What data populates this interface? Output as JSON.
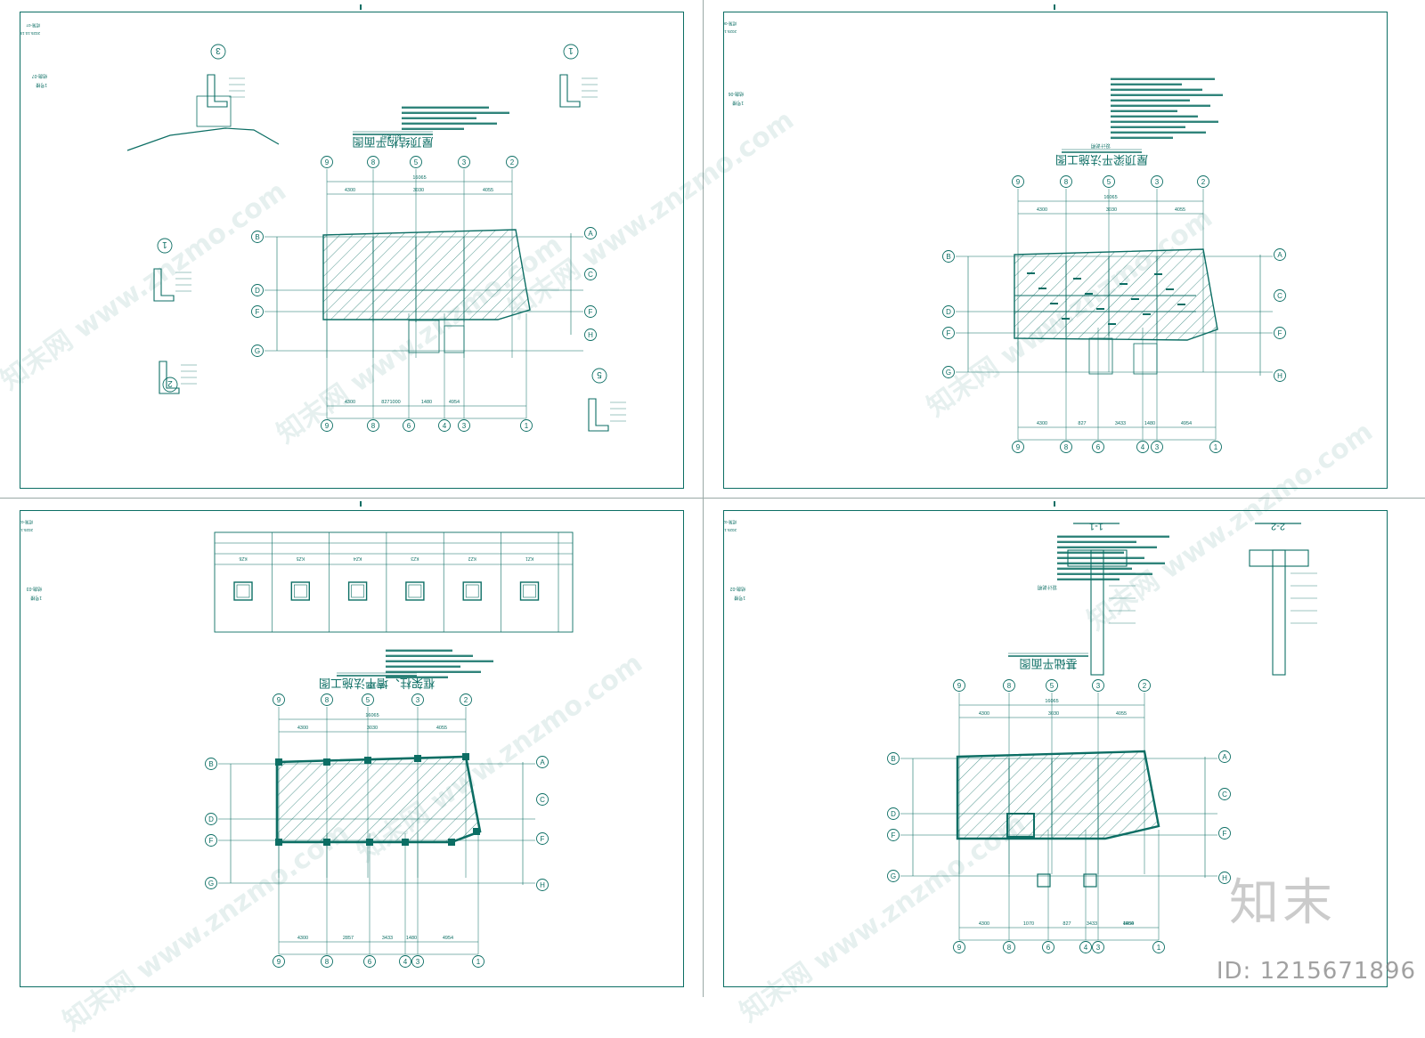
{
  "sheets": [
    {
      "id": "s1",
      "title": "屋顶结构平面图",
      "notes_label": "设计说明",
      "project": "1号楼",
      "sheet_no": "结施-07",
      "date": "2025.10.15",
      "axes_top": [
        "9",
        "8",
        "5",
        "3",
        "2"
      ],
      "axes_bottom": [
        "9",
        "8",
        "6",
        "4",
        "3",
        "1"
      ],
      "axes_left": [
        "B",
        "D",
        "F",
        "G"
      ],
      "axes_right": [
        "A",
        "C",
        "F",
        "H"
      ],
      "dims_top": [
        "4300",
        "3030",
        "4055"
      ],
      "dim_total": "16065",
      "dims_bottom": [
        "4300",
        "8271000",
        "1480",
        "4954"
      ],
      "detail_labels": [
        "1",
        "2",
        "3",
        "5"
      ]
    },
    {
      "id": "s2",
      "title": "屋顶梁平法施工图",
      "notes_label": "设计说明",
      "project": "1号楼",
      "sheet_no": "结施-06",
      "date": "2025.10.15",
      "axes_top": [
        "9",
        "8",
        "5",
        "3",
        "2"
      ],
      "axes_bottom": [
        "9",
        "8",
        "6",
        "4",
        "3",
        "1"
      ],
      "axes_left": [
        "B",
        "D",
        "F",
        "G"
      ],
      "axes_right": [
        "A",
        "C",
        "F",
        "H"
      ],
      "dims_top": [
        "4300",
        "3030",
        "4055"
      ],
      "dim_total": "16065",
      "dims_bottom": [
        "4300",
        "827",
        "3433",
        "1480",
        "4954"
      ]
    },
    {
      "id": "s3",
      "title": "框架柱、墙平法施工图",
      "notes_label": "设计说明",
      "project": "1号楼",
      "sheet_no": "结施-03",
      "date": "2025.10.15",
      "axes_top": [
        "9",
        "8",
        "5",
        "3",
        "2"
      ],
      "axes_bottom": [
        "9",
        "8",
        "6",
        "4",
        "3",
        "1"
      ],
      "axes_left": [
        "B",
        "D",
        "F",
        "G"
      ],
      "axes_right": [
        "A",
        "C",
        "F",
        "H"
      ],
      "dims_top": [
        "4300",
        "3030",
        "4055"
      ],
      "dim_total": "16065",
      "dims_bottom": [
        "4300",
        "2857",
        "3433",
        "1480",
        "4954"
      ],
      "column_table_ids": [
        "KZ1",
        "KZ2",
        "KZ3",
        "KZ4",
        "KZ5",
        "KZ6"
      ]
    },
    {
      "id": "s4",
      "title": "基础平面图",
      "notes_label": "设计说明",
      "project": "1号楼",
      "sheet_no": "结施-02",
      "date": "2025.10.15",
      "axes_top": [
        "9",
        "8",
        "5",
        "3",
        "2"
      ],
      "axes_bottom": [
        "9",
        "8",
        "6",
        "4",
        "3",
        "1"
      ],
      "axes_left": [
        "B",
        "D",
        "F",
        "G"
      ],
      "axes_right": [
        "A",
        "C",
        "F",
        "H"
      ],
      "dims_top": [
        "4300",
        "3030",
        "4055"
      ],
      "dim_total": "16065",
      "dims_bottom": [
        "4300",
        "1070",
        "827",
        "3433",
        "1480",
        "4954"
      ],
      "section_labels": [
        "1-1",
        "2-2"
      ]
    }
  ],
  "watermark": "知末网 www.znzmo.com",
  "brand": "知末",
  "image_id": "ID: 1215671896",
  "colors": {
    "line": "#0c6e64",
    "background": "#ffffff"
  }
}
